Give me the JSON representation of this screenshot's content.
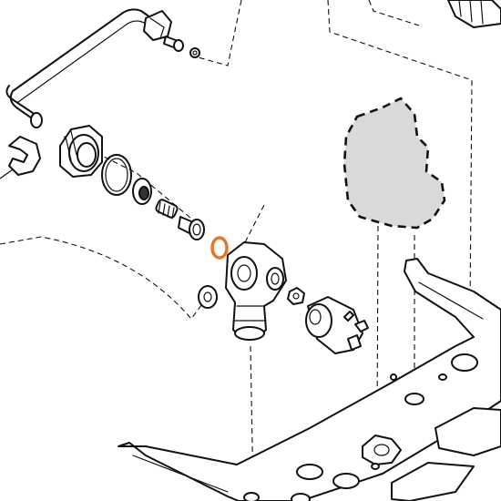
{
  "colors": {
    "line": "#111111",
    "background": "#ffffff",
    "hidden_part_fill": "#d9d9d9",
    "highlight_seal": "#e87722"
  },
  "parts": [
    {
      "name": "bypass-pipe"
    },
    {
      "name": "pipe-union-nut"
    },
    {
      "name": "screw-bolt"
    },
    {
      "name": "small-washer"
    },
    {
      "name": "pipe-clip"
    },
    {
      "name": "threaded-connector-nut"
    },
    {
      "name": "large-o-ring"
    },
    {
      "name": "filter-insert"
    },
    {
      "name": "spring"
    },
    {
      "name": "valve-cartridge"
    },
    {
      "name": "highlighted-o-ring"
    },
    {
      "name": "valve-housing-elbow"
    },
    {
      "name": "sealing-washer"
    },
    {
      "name": "small-nut"
    },
    {
      "name": "pressure-sensor"
    },
    {
      "name": "hidden-component-outline"
    },
    {
      "name": "mounting-frame"
    }
  ]
}
